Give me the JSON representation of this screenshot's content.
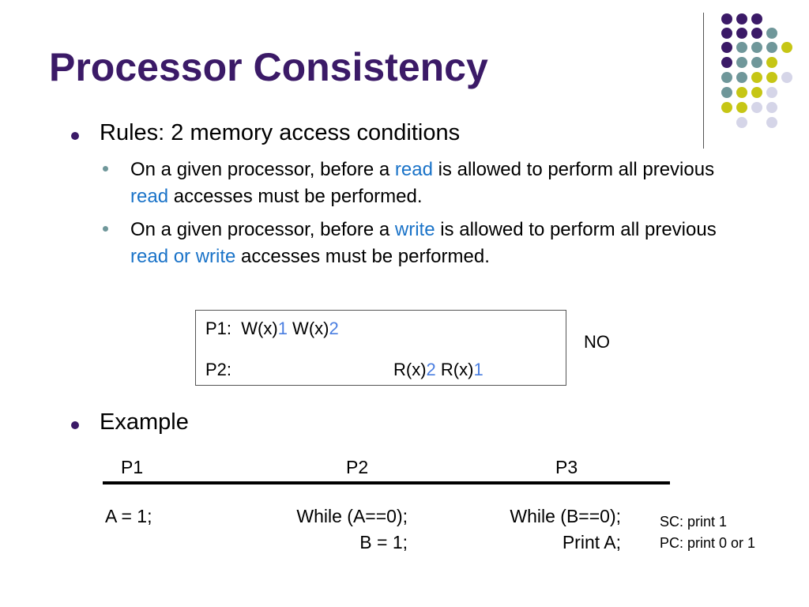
{
  "slide": {
    "title": "Processor Consistency",
    "bullets": {
      "rules": "Rules: 2 memory access conditions",
      "example": "Example"
    },
    "sub_bullets": [
      {
        "before": "On a given processor, before a ",
        "kw1": "read",
        "mid": " is allowed to perform all previous ",
        "kw2": "read",
        "after": " accesses must be performed."
      },
      {
        "before": "On a given processor, before a ",
        "kw1": "write",
        "mid": " is allowed to perform all previous ",
        "kw2": "read or write",
        "after": " accesses must be performed."
      }
    ],
    "trace": {
      "p1_label": "P1:",
      "p1_op1": "W(x)",
      "p1_val1": "1",
      "p1_op2": " W(x)",
      "p1_val2": "2",
      "p2_label": "P2:",
      "p2_op1": "R(x)",
      "p2_val1": "2",
      "p2_op2": " R(x)",
      "p2_val2": "1",
      "verdict": "NO"
    },
    "example": {
      "headers": [
        "P1",
        "P2",
        "P3"
      ],
      "p1_code": "A = 1;",
      "p2_code": [
        "While (A==0);",
        "B = 1;"
      ],
      "p3_code": [
        "While (B==0);",
        "Print A;"
      ],
      "notes": [
        "SC: print 1",
        "PC: print 0 or 1"
      ]
    },
    "colors": {
      "title": "#3b1a67",
      "keyword": "#1a73c8",
      "value": "#4a7ee0",
      "dots": [
        "#3b1a67",
        "#6f979a",
        "#c6c615",
        "#d5d5e8"
      ]
    }
  }
}
